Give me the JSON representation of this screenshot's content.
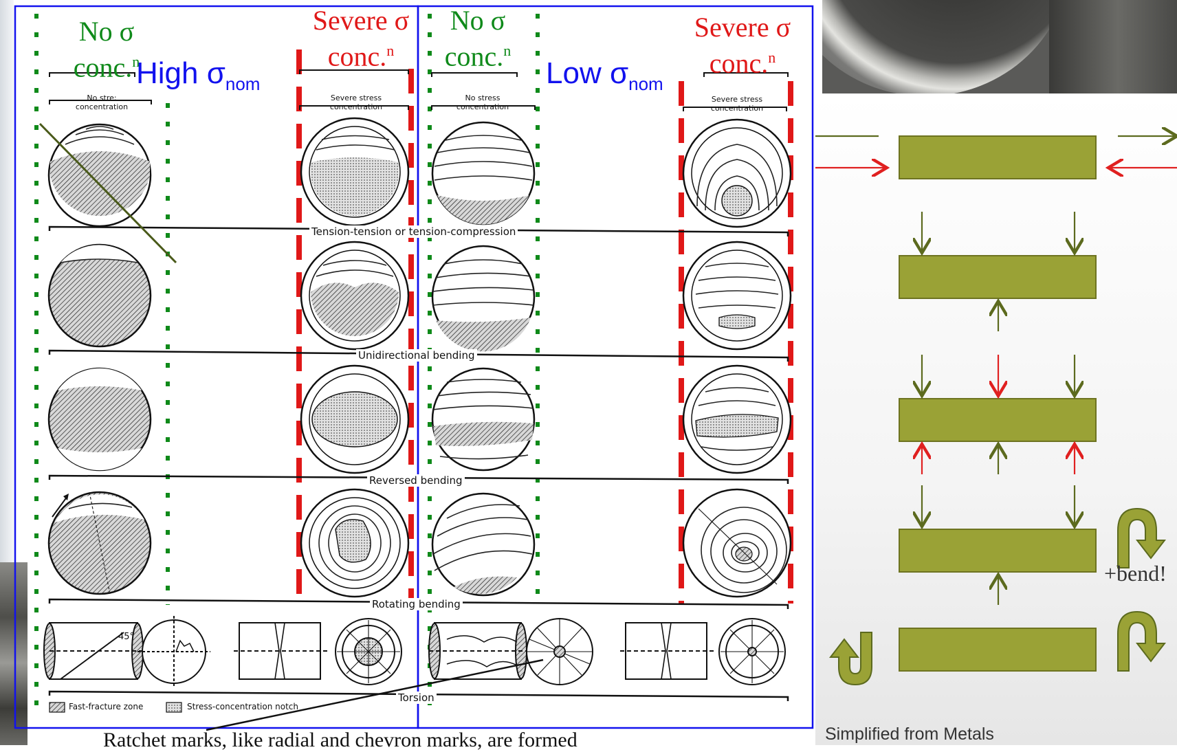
{
  "headers": {
    "no_conc_line1": "No σ",
    "no_conc_line2": "conc.",
    "severe_line1": "Severe σ",
    "severe_line2": "conc.",
    "superscript_n": "n",
    "high": "High σ",
    "low": "Low σ",
    "nom_sub": "nom"
  },
  "figure": {
    "col_no_stress": "No stress concentration",
    "col_no_stress_truncated": "No stre: concentration",
    "col_severe_stress": "Severe stress concentration",
    "row_labels": [
      "Tension-tension or tension-compression",
      "Unidirectional bending",
      "Reversed bending",
      "Rotating bending",
      "Torsion"
    ],
    "angle_label": "45°",
    "legend_fast": "Fast-fracture zone",
    "legend_notch": "Stress-concentration notch"
  },
  "loading_diagrams": {
    "bend_label": "+bend!"
  },
  "caption": "Ratchet marks, like radial and chevron marks, are formed",
  "credit": "Simplified from Metals",
  "colors": {
    "green": "#0f8a1a",
    "red": "#e01818",
    "blue": "#1212ee",
    "bar_fill": "#9aa236",
    "bar_stroke": "#6d7320",
    "arrow_green": "#5c6a1e",
    "arrow_red": "#e02020"
  }
}
